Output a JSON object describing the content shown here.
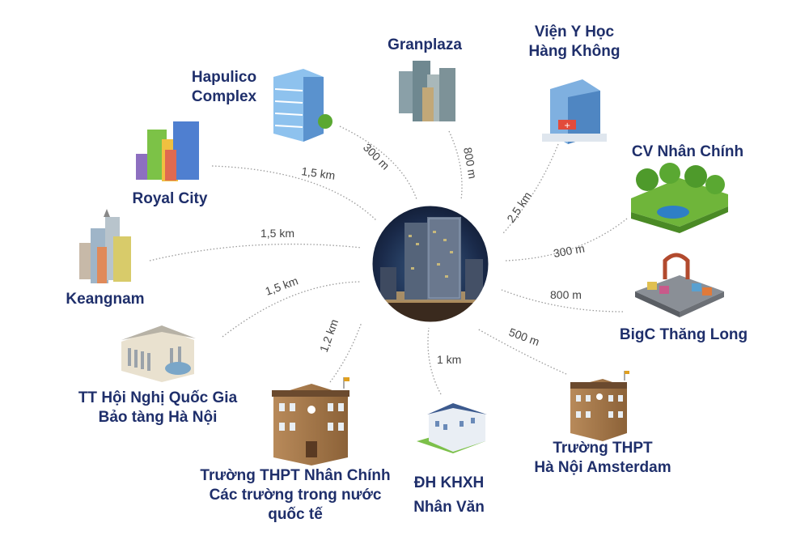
{
  "center": {
    "name": "central-project"
  },
  "places": [
    {
      "id": "granplaza",
      "lines": [
        "Granplaza"
      ],
      "distance": "800 m"
    },
    {
      "id": "vien-y-hoc",
      "lines": [
        "Viện Y Học",
        "Hàng Không"
      ],
      "distance": "2,5 km"
    },
    {
      "id": "cv-nhan-chinh",
      "lines": [
        "CV Nhân Chính"
      ],
      "distance": "300 m"
    },
    {
      "id": "bigc",
      "lines": [
        "BigC Thăng Long"
      ],
      "distance": "800 m"
    },
    {
      "id": "thpt-amsterdam",
      "lines": [
        "Trường THPT",
        "Hà Nội Amsterdam"
      ],
      "distance": "500 m"
    },
    {
      "id": "dh-khxh",
      "lines": [
        "ĐH KHXH",
        "Nhân Văn"
      ],
      "distance": "1 km"
    },
    {
      "id": "thpt-nhan-chinh",
      "lines": [
        "Trường THPT Nhân Chính",
        "Các trường trong nước",
        "quốc tế"
      ],
      "distance": "1,2 km"
    },
    {
      "id": "hoi-nghi",
      "lines": [
        "TT Hội Nghị Quốc Gia",
        "Bảo tàng Hà Nội"
      ],
      "distance": "1,5 km"
    },
    {
      "id": "keangnam",
      "lines": [
        "Keangnam"
      ],
      "distance": "1,5 km"
    },
    {
      "id": "royal-city",
      "lines": [
        "Royal City"
      ],
      "distance": "1,5 km"
    },
    {
      "id": "hapulico",
      "lines": [
        "Hapulico",
        "Complex"
      ],
      "distance": "300 m"
    }
  ],
  "colors": {
    "label": "#1f2f6b",
    "route": "#9a9a9a",
    "distance_text": "#444444",
    "sky_top": "#16223f",
    "sky_bottom": "#2c4a6e"
  }
}
